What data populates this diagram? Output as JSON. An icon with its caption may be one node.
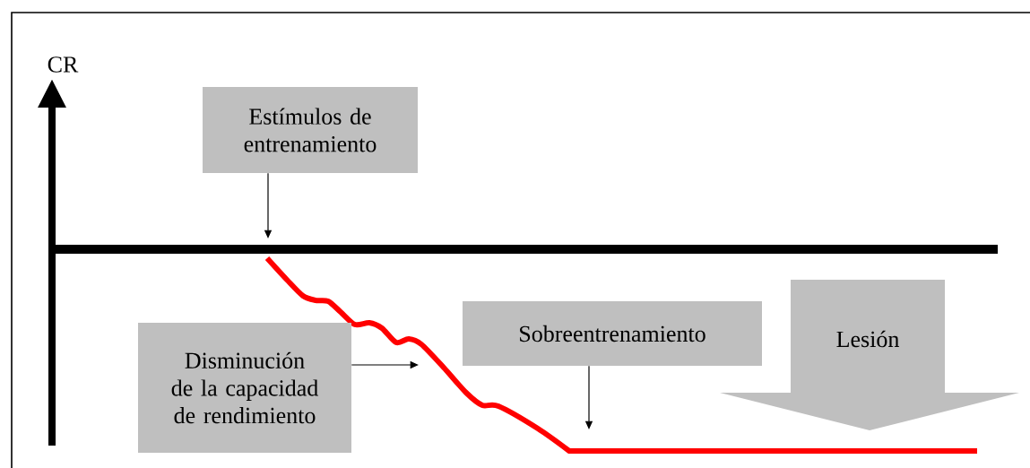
{
  "diagram": {
    "nodes": [
      {
        "text": [
          "Estímulos de entrenamiento"
        ]
      },
      {
        "text": [
          "Disminución de la capacidad de rendimiento"
        ]
      },
      {
        "text": [
          "Sobreentrenamiento"
        ]
      },
      {
        "text": [
          "Lesión"
        ]
      }
    ],
    "edges": [
      {
        "from": 0,
        "to": null,
        "arrow": "to"
      },
      {
        "from": 1,
        "to": null,
        "arrow": "to"
      },
      {
        "from": 2,
        "to": null,
        "arrow": "to"
      }
    ],
    "labels": [
      "CR"
    ]
  }
}
